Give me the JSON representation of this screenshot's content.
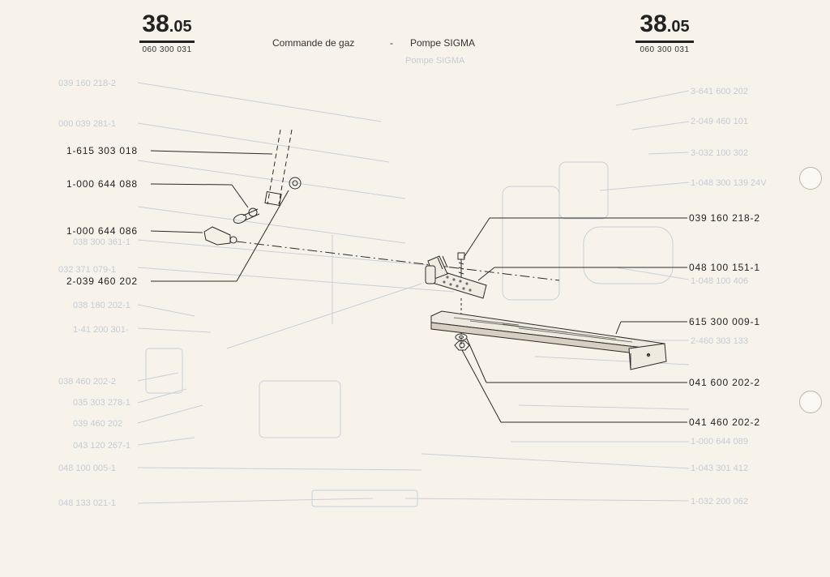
{
  "header": {
    "left": {
      "page_major": "38",
      "page_minor": ".05",
      "doc_code": "060 300 031"
    },
    "right": {
      "page_major": "38",
      "page_minor": ".05",
      "doc_code": "060 300 031"
    },
    "title_left": "Commande de gaz",
    "title_dash": "-",
    "title_right": "Pompe SIGMA"
  },
  "references": {
    "left": [
      "1-615 303 018",
      "1-000 644 088",
      "1-000 644 086",
      "2-039 460 202"
    ],
    "right": [
      "039 160 218-2",
      "048 100 151-1",
      "615 300 009-1",
      "041 600 202-2",
      "041 460 202-2"
    ]
  },
  "colors": {
    "ink": "#2b2b2b",
    "paper": "#f7f3ea",
    "bleed": "#c4ccd6"
  }
}
